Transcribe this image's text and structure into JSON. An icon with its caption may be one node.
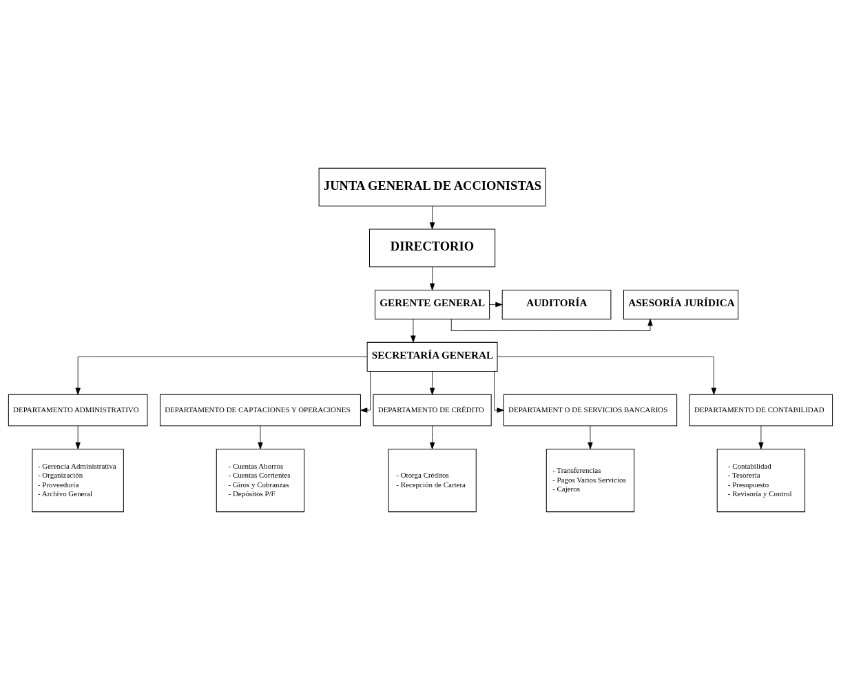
{
  "diagram": {
    "nodes": [
      {
        "text": [
          "JUNTA GENERAL DE ACCIONISTAS"
        ]
      },
      {
        "text": [
          "DIRECTORIO"
        ]
      },
      {
        "text": [
          "AUDITORÍA"
        ]
      },
      {
        "text": [
          "GERENTE GENERAL"
        ]
      },
      {
        "text": [
          "ASESORÍA JURÍDICA"
        ]
      },
      {
        "text": [
          "SECRETARÍA GENERAL"
        ]
      },
      {
        "text": [
          "DEPARTAMENTO ADMINISTRATIVO"
        ]
      },
      {
        "text": [
          "DEPARTAMENTO DE CAPTACIONES Y OPERACIONES"
        ]
      },
      {
        "text": [
          "DEPARTAMENTO DE CRÉDITO"
        ]
      },
      {
        "text": [
          "DEPARTAMENT O DE SERVICIOS BANCARIOS"
        ]
      },
      {
        "text": [
          "DEPARTAMENTO DE CONTABILIDAD"
        ]
      },
      {
        "text": [
          "- Gerencia Administrativa",
          "- Organización",
          "- Proveeduría",
          "- Archivo General"
        ]
      },
      {
        "text": [
          "- Cuentas Ahorros",
          "- Cuentas Corrientes",
          "- Giros y Cobranzas",
          "- Depósitos P/F"
        ]
      },
      {
        "text": [
          "- Otorga Créditos",
          "- Recepción de Cartera"
        ]
      },
      {
        "text": [
          "- Transferencias",
          "- Pagos Varios Servicios",
          "- Cajeros"
        ]
      },
      {
        "text": [
          "- Contabilidad",
          "- Tesorería",
          "- Presupuesto",
          "- Revisoría y Control"
        ]
      }
    ],
    "edges": [
      {
        "from": 0,
        "to": 1,
        "arrow": "to"
      },
      {
        "from": 1,
        "to": 3,
        "arrow": "to"
      },
      {
        "from": 3,
        "to": 2,
        "arrow": "to"
      },
      {
        "from": 3,
        "to": 4,
        "arrow": "to"
      },
      {
        "from": 3,
        "to": 5,
        "arrow": "to"
      },
      {
        "from": 5,
        "to": 6,
        "arrow": "to"
      },
      {
        "from": 5,
        "to": 7,
        "arrow": "to"
      },
      {
        "from": 5,
        "to": 8,
        "arrow": "to"
      },
      {
        "from": 5,
        "to": 9,
        "arrow": "to"
      },
      {
        "from": 5,
        "to": 10,
        "arrow": "to"
      },
      {
        "from": 6,
        "to": 11,
        "arrow": "to"
      },
      {
        "from": 7,
        "to": 12,
        "arrow": "to"
      },
      {
        "from": 8,
        "to": 13,
        "arrow": "to"
      },
      {
        "from": 9,
        "to": 14,
        "arrow": "to"
      },
      {
        "from": 10,
        "to": 15,
        "arrow": "to"
      }
    ]
  }
}
